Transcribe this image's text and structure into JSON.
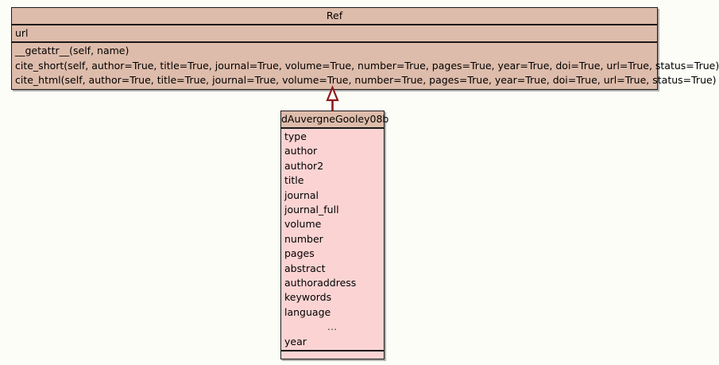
{
  "diagram": {
    "type": "uml-class-diagram",
    "background_color": "#fdfdf7",
    "relationship": {
      "kind": "generalization",
      "label": "inheritance",
      "from": "dAuvergneGooley08b",
      "to": "Ref",
      "line_color": "#8b1a1a",
      "arrow_head": "hollow-triangle"
    }
  },
  "classes": {
    "ref": {
      "name": "Ref",
      "header_color": "#debcab",
      "body_color": "#debcab",
      "border_color": "#1a1a1a",
      "attributes": [
        "url"
      ],
      "operations": [
        "__getattr__(self, name)",
        "cite_short(self, author=True, title=True, journal=True, volume=True, number=True, pages=True, year=True, doi=True, url=True, status=True)",
        "cite_html(self, author=True, title=True, journal=True, volume=True, number=True, pages=True, year=True, doi=True, url=True, status=True)"
      ]
    },
    "subclass": {
      "name": "dAuvergneGooley08b",
      "header_color": "#debcab",
      "body_color": "#fbd3d3",
      "border_color": "#1a1a1a",
      "attributes": [
        "type",
        "author",
        "author2",
        "title",
        "journal",
        "journal_full",
        "volume",
        "number",
        "pages",
        "abstract",
        "authoraddress",
        "keywords",
        "language",
        "…",
        "year"
      ],
      "operations": []
    }
  }
}
